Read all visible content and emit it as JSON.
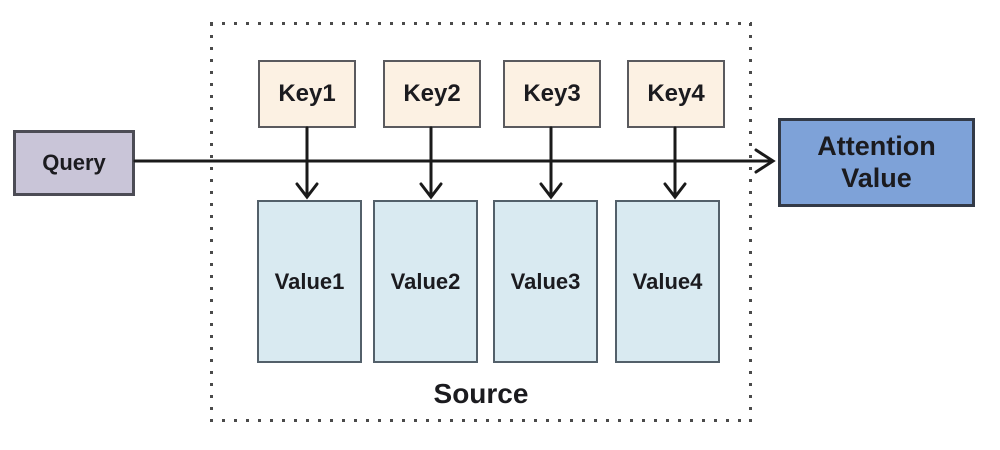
{
  "diagram": {
    "query": {
      "label": "Query"
    },
    "keys": [
      {
        "label": "Key1"
      },
      {
        "label": "Key2"
      },
      {
        "label": "Key3"
      },
      {
        "label": "Key4"
      }
    ],
    "values": [
      {
        "label": "Value1"
      },
      {
        "label": "Value2"
      },
      {
        "label": "Value3"
      },
      {
        "label": "Value4"
      }
    ],
    "output": {
      "line1": "Attention",
      "line2": "Value"
    },
    "container": {
      "label": "Source"
    }
  },
  "colors": {
    "background": "#ffffff",
    "query_fill": "#c9c5d8",
    "query_border": "#4c4c55",
    "key_fill": "#fcf1e3",
    "key_border": "#5a5a5e",
    "value_fill": "#d9eaf1",
    "value_border": "#53606a",
    "output_fill": "#7ea2d8",
    "output_border": "#333a47",
    "arrow": "#1a1a1a",
    "dot_border": "#4a4a4a",
    "text": "#1b1b1f"
  }
}
